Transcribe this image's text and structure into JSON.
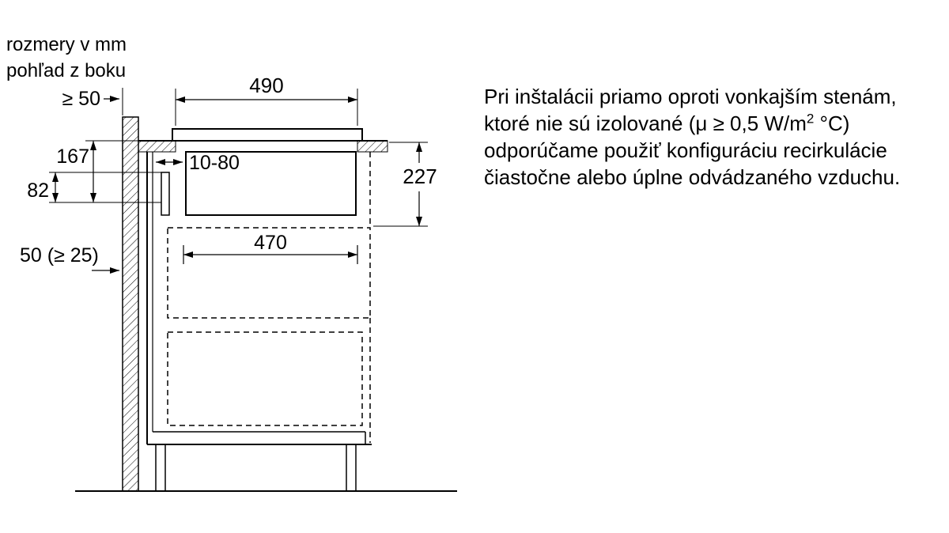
{
  "header": {
    "line1": "rozmery v mm",
    "line2": "pohľad z boku"
  },
  "diagram": {
    "dims": {
      "wall_clearance": "≥ 50",
      "hob_width": "490",
      "depth_167": "167",
      "duct_height": "82",
      "gap_range": "10-80",
      "box_height": "227",
      "cutout_width": "470",
      "base_clearance": "50 (≥ 25)"
    }
  },
  "note": {
    "line1": "Pri inštalácii priamo oproti vonkajším stenám,",
    "line2_pre": "ktoré nie sú izolované (μ ≥ 0,5 W/m",
    "line2_sup": "2",
    "line2_post": " °C)",
    "line3": "odporúčame použiť konfiguráciu recirkulácie",
    "line4": "čiastočne alebo úplne odvádzaného vzduchu."
  }
}
